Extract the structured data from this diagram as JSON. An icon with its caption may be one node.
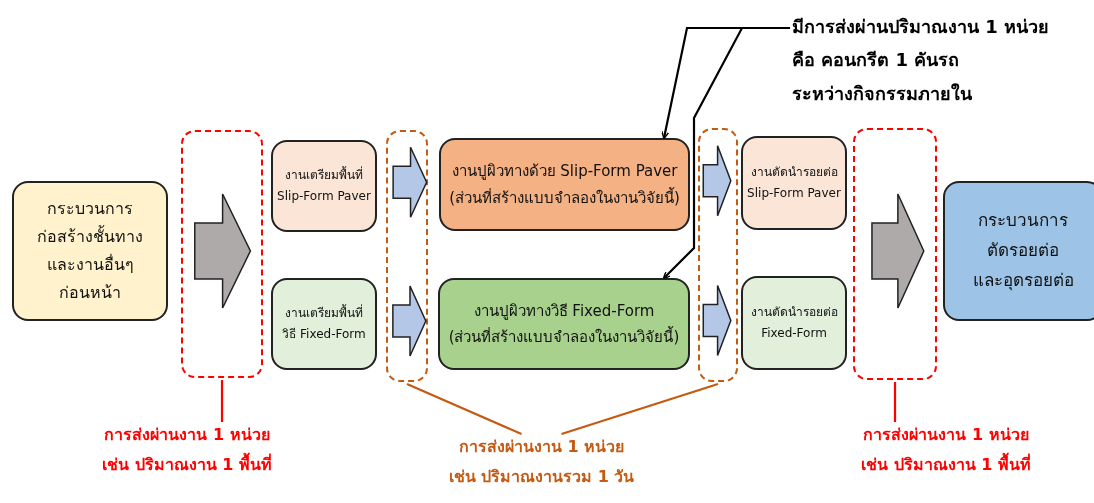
{
  "diagram": {
    "nodes": [
      {
        "text": [
          "กระบวนการ ก่อสร้างชั้นทาง และงานอื่นๆ ก่อนหน้า"
        ]
      },
      {
        "text": [],
        "shape": "box"
      },
      {
        "text": [
          "งานเตรียมพื้นที่ Slip-Form Paver"
        ]
      },
      {
        "text": [
          "งานเตรียมพื้นที่ วิธี Fixed-Form"
        ]
      },
      {
        "text": [],
        "shape": "box"
      },
      {
        "text": [
          "งานปูผิวทางด้วย Slip-Form Paver",
          "(ส่วนที่สร้างแบบจำลองในงานวิจัยนี้)"
        ]
      },
      {
        "text": [
          "งานปูผิวทางวิธี Fixed-Form",
          "(ส่วนที่สร้างแบบจำลองในงานวิจัยนี้)"
        ]
      },
      {
        "text": [],
        "shape": "box"
      },
      {
        "text": [
          "งานตัดนำรอยต่อ Slip-Form Paver"
        ]
      },
      {
        "text": [
          "งานตัดนำรอยต่อ Fixed-Form"
        ]
      },
      {
        "text": [],
        "shape": "box"
      },
      {
        "text": [
          "กระบวนการ ตัดรอยต่อ และอุดรอยต่อ"
        ]
      },
      {
        "text": [
          "มีการส่งผ่านปริมาณงาน 1 หน่วย คือ คอนกรีต 1 คันรถ ระหว่างกิจกรรมภายใน"
        ]
      },
      {
        "text": [
          "การส่งผ่านงาน 1 หน่วย เช่น ปริมาณงาน 1 พื้นที่"
        ]
      },
      {
        "text": [
          "การส่งผ่านงาน 1 หน่วย เช่น ปริมาณงานรวม 1 วัน"
        ]
      },
      {
        "text": [
          "การส่งผ่านงาน 1 หน่วย เช่น ปริมาณงาน 1 พื้นที่"
        ]
      }
    ],
    "edges": [
      {
        "from": 0,
        "to": 2,
        "arrow": "to",
        "style": "thick",
        "color": "#aeaaaa"
      },
      {
        "from": 0,
        "to": 3,
        "arrow": "to",
        "style": "thick",
        "color": "#aeaaaa"
      },
      {
        "from": 2,
        "to": 5,
        "arrow": "to",
        "style": "thick",
        "color": "#b4c7e7"
      },
      {
        "from": 3,
        "to": 6,
        "arrow": "to",
        "style": "thick",
        "color": "#b4c7e7"
      },
      {
        "from": 5,
        "to": 8,
        "arrow": "to",
        "style": "thick",
        "color": "#b4c7e7"
      },
      {
        "from": 6,
        "to": 9,
        "arrow": "to",
        "style": "thick",
        "color": "#b4c7e7"
      },
      {
        "from": 8,
        "to": 11,
        "arrow": "to",
        "style": "thick",
        "color": "#aeaaaa"
      },
      {
        "from": 9,
        "to": 11,
        "arrow": "to",
        "style": "thick",
        "color": "#aeaaaa"
      },
      {
        "from": 12,
        "to": 5,
        "arrow": "to"
      },
      {
        "from": 12,
        "to": 6,
        "arrow": "to"
      },
      {
        "from": 13,
        "to": 1,
        "arrow": "none",
        "color": "#ff0000"
      },
      {
        "from": 14,
        "to": 4,
        "arrow": "none",
        "color": "#c55a11"
      },
      {
        "from": 14,
        "to": 7,
        "arrow": "none",
        "color": "#c55a11"
      },
      {
        "from": 15,
        "to": 10,
        "arrow": "none",
        "color": "#ff0000"
      }
    ]
  }
}
